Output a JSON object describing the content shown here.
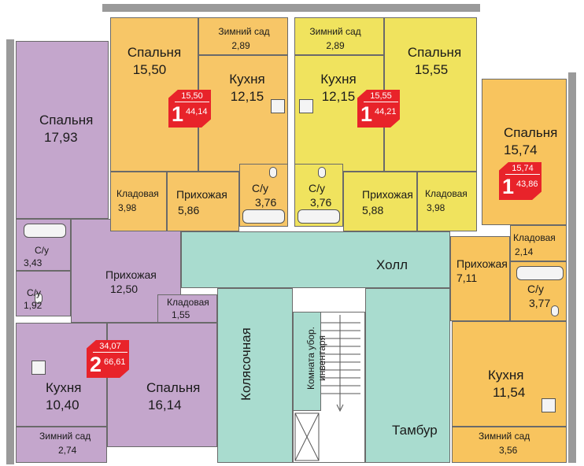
{
  "rooms": {
    "apt_a": {
      "bedroom": {
        "name": "Спальня",
        "area": "15,50"
      },
      "winter_garden": {
        "name": "Зимний сад",
        "area": "2,89"
      },
      "kitchen": {
        "name": "Кухня",
        "area": "12,15"
      },
      "storage": {
        "name": "Кладовая",
        "area": "3,98"
      },
      "hall": {
        "name": "Прихожая",
        "area": "5,86"
      },
      "bath": {
        "name": "С/у",
        "area": "3,76"
      },
      "badge": {
        "living": "15,50",
        "rooms": "1",
        "total": "44,14"
      }
    },
    "apt_b": {
      "winter_garden": {
        "name": "Зимний сад",
        "area": "2,89"
      },
      "bedroom": {
        "name": "Спальня",
        "area": "15,55"
      },
      "kitchen": {
        "name": "Кухня",
        "area": "12,15"
      },
      "bath": {
        "name": "С/у",
        "area": "3,76"
      },
      "hall": {
        "name": "Прихожая",
        "area": "5,88"
      },
      "storage": {
        "name": "Кладовая",
        "area": "3,98"
      },
      "badge": {
        "living": "15,55",
        "rooms": "1",
        "total": "44,21"
      }
    },
    "apt_c": {
      "bedroom": {
        "name": "Спальня",
        "area": "15,74"
      },
      "storage": {
        "name": "Кладовая",
        "area": "2,14"
      },
      "hall": {
        "name": "Прихожая",
        "area": "7,11"
      },
      "bath": {
        "name": "С/у",
        "area": "3,77"
      },
      "kitchen": {
        "name": "Кухня",
        "area": "11,54"
      },
      "winter_garden": {
        "name": "Зимний сад",
        "area": "3,56"
      },
      "badge": {
        "living": "15,74",
        "rooms": "1",
        "total": "43,86"
      }
    },
    "apt_d": {
      "bedroom1": {
        "name": "Спальня",
        "area": "17,93"
      },
      "bath1": {
        "name": "С/у",
        "area": "3,43"
      },
      "bath2": {
        "name": "С/у",
        "area": "1,92"
      },
      "hall": {
        "name": "Прихожая",
        "area": "12,50"
      },
      "storage": {
        "name": "Кладовая",
        "area": "1,55"
      },
      "kitchen": {
        "name": "Кухня",
        "area": "10,40"
      },
      "bedroom2": {
        "name": "Спальня",
        "area": "16,14"
      },
      "winter_garden": {
        "name": "Зимний сад",
        "area": "2,74"
      },
      "badge": {
        "living": "34,07",
        "rooms": "2",
        "total": "66,61"
      }
    },
    "common": {
      "hall": "Холл",
      "stroller": "Колясочная",
      "cleaning_room_line1": "Комната убор.",
      "cleaning_room_line2": "инвентаря",
      "vestibule": "Тамбур"
    }
  },
  "colors": {
    "apt_a": "#f7c667",
    "apt_b": "#f0e35e",
    "apt_c": "#f8c45e",
    "apt_d": "#c4a6cc",
    "common": "#a9dccf",
    "badge": "#e8232a"
  }
}
